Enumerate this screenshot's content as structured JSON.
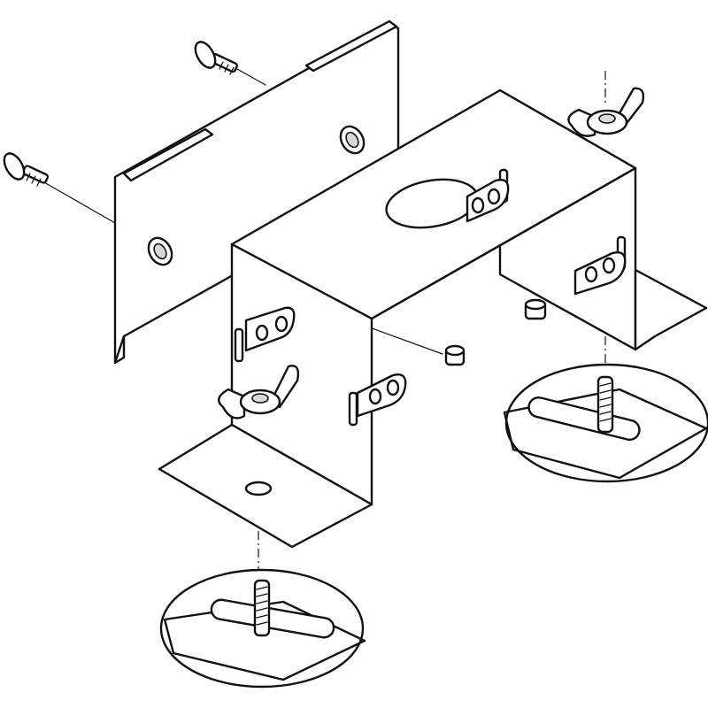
{
  "diagram": {
    "type": "exploded-assembly-illustration",
    "background": "#ffffff",
    "line_color": "#111111",
    "parts": [
      {
        "id": "mounting-plate",
        "icon": "flat-plate-with-two-holes"
      },
      {
        "id": "u-bracket",
        "icon": "u-channel-bracket"
      },
      {
        "id": "screw",
        "count": 2,
        "icon": "pan-head-screw"
      },
      {
        "id": "wing-nut",
        "count": 2,
        "icon": "wing-nut"
      },
      {
        "id": "spacer",
        "count": 2,
        "icon": "small-cylinder"
      },
      {
        "id": "detail-inset",
        "count": 2,
        "icon": "magnified-circle-stud-in-slot"
      }
    ]
  }
}
